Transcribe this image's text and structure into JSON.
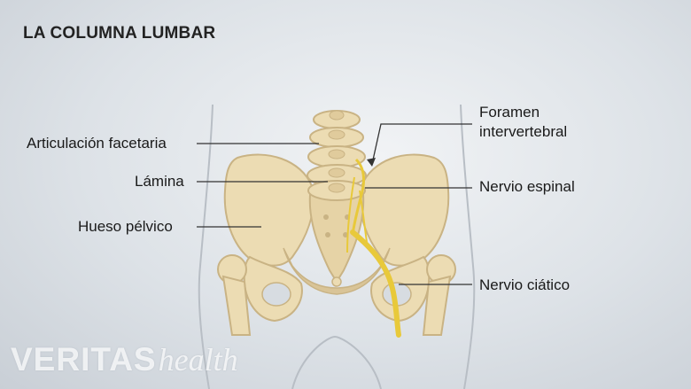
{
  "title": "LA COLUMNA LUMBAR",
  "labels": {
    "facet_joint": "Articulación facetaria",
    "lamina": "Lámina",
    "pelvic_bone": "Hueso pélvico",
    "foramen_line1": "Foramen",
    "foramen_line2": "intervertebral",
    "spinal_nerve": "Nervio espinal",
    "sciatic_nerve": "Nervio ciático"
  },
  "watermark": {
    "brand": "VERITAS",
    "sub": "health"
  },
  "colors": {
    "bone": "#ecdcb3",
    "bone_shadow": "#c9b384",
    "nerve": "#e8c93a",
    "leader_line": "#333333",
    "body_outline": "#b8bec5"
  }
}
